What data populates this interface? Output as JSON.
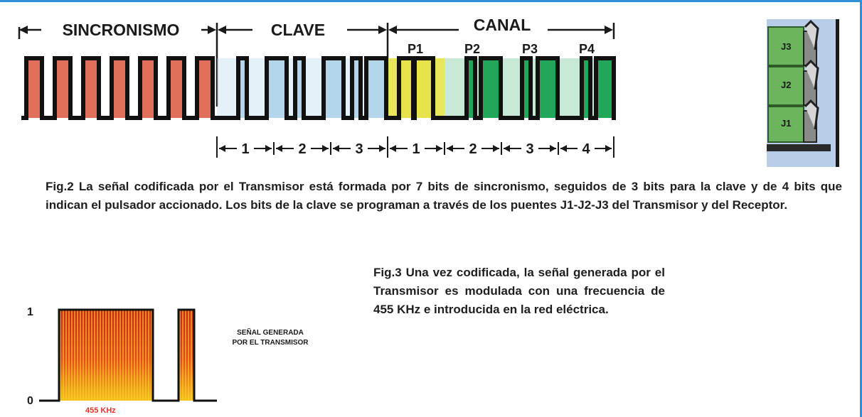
{
  "fig2": {
    "sections": {
      "sync": "SINCRONISMO",
      "key": "CLAVE",
      "channel": "CANAL"
    },
    "channel_labels": [
      "P1",
      "P2",
      "P3",
      "P4"
    ],
    "key_bits": [
      "1",
      "2",
      "3"
    ],
    "channel_bits": [
      "1",
      "2",
      "3",
      "4"
    ],
    "jumpers": [
      "J3",
      "J2",
      "J1"
    ],
    "caption": "Fig.2 La señal codificada por el Transmisor está formada por 7 bits de sincronismo, seguidos de 3 bits para la clave y de 4 bits que indican el pulsador accionado. Los bits de la clave se programan a través de los puentes J1-J2-J3 del Transmisor y del Receptor.",
    "colors": {
      "sync": "#e0705a",
      "key": "#b3d6ea",
      "p1": "#e6e34a",
      "channel": "#22a65a",
      "accent": "#2f8fd8"
    }
  },
  "fig3": {
    "level_high": "1",
    "level_low": "0",
    "signal_label_line1": "SEÑAL GENERADA",
    "signal_label_line2": "POR EL TRANSMISOR",
    "freq_label": "455 KHz",
    "caption": "Fig.3 Una vez codificada, la señal generada por el Transmisor es modulada con una frecuencia de 455 KHz e introducida en la red eléctrica."
  }
}
